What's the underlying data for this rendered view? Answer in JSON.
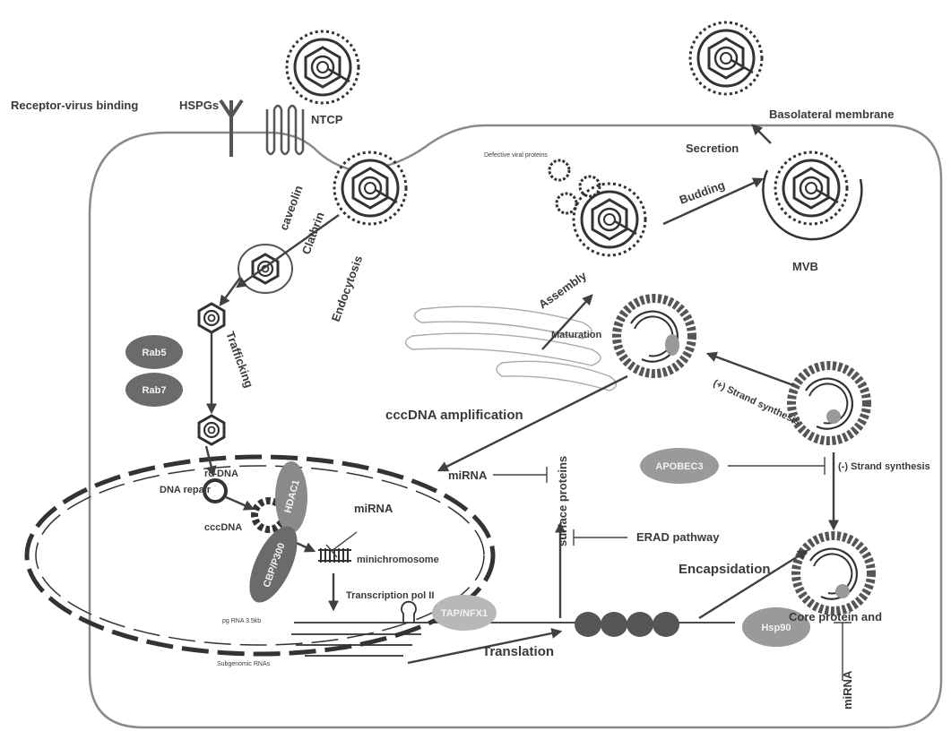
{
  "labels": {
    "receptor_virus_binding": "Receptor-virus binding",
    "hspgs": "HSPGs",
    "ntcp": "NTCP",
    "caveolin": "caveolin",
    "clathrin": "Clathrin",
    "endocytosis": "Endocytosis",
    "trafficking": "Trafficking",
    "rc_dna": "rc-DNA",
    "dna_repair": "DNA repair",
    "cccdna": "cccDNA",
    "minichromosome": "minichromosome",
    "mirna_nucleus": "miRNA",
    "transcription": "Transcription pol II",
    "pg_rna": "pg RNA 3.5kb",
    "subgenomic": "Subgenomic RNAs",
    "translation": "Translation",
    "mirna_surface": "miRNA",
    "surface_proteins": "surface proteins",
    "erad": "ERAD pathway",
    "cccdna_amplification": "cccDNA amplification",
    "encapsidation": "Encapsidation",
    "core_protein": "Core protein and",
    "mirna_bottom": "miRNA",
    "minus_strand": "(-) Strand synthesis",
    "plus_strand": "(+) Strand synthesis",
    "maturation": "Maturation",
    "assembly": "Assembly",
    "defective": "Defective viral proteins",
    "budding": "Budding",
    "mvb": "MVB",
    "secretion": "Secretion",
    "basolateral": "Basolateral membrane"
  },
  "pills": {
    "rab5": "Rab5",
    "rab7": "Rab7",
    "hdac1": "HDAC1",
    "cbp_p300": "CBP/P300",
    "tap_nfx": "TAP/NFX1",
    "apobec3": "APOBEC3",
    "hsp90": "Hsp90"
  },
  "colors": {
    "line": "#404040",
    "pill": "#7a7a7a",
    "pill_light": "#b8b8b8",
    "text": "#3a3a3a"
  }
}
